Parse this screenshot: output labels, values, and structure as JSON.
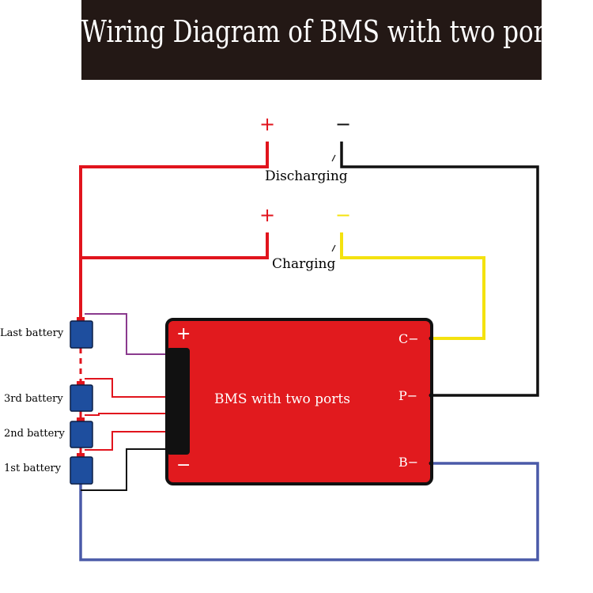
{
  "title": "Wiring Diagram of BMS with two ports",
  "discharging": {
    "label": "Discharging",
    "plus": "+",
    "minus": "−"
  },
  "charging": {
    "label": "Charging",
    "plus": "+",
    "minus": "−"
  },
  "bms": {
    "label": "BMS with two ports",
    "plus": "+",
    "minus": "−",
    "c_minus": "C−",
    "p_minus": "P−",
    "b_minus": "B−"
  },
  "batteries": {
    "last": "Last battery",
    "third": "3rd battery",
    "second": "2nd battery",
    "first": "1st battery"
  },
  "colors": {
    "red": "#e1141d",
    "black": "#111111",
    "yellow": "#f4e20f",
    "blue": "#4a5aa8",
    "purple": "#8a3a8e",
    "battery": "#1e4e9e",
    "bms_body": "#e11a1e"
  }
}
